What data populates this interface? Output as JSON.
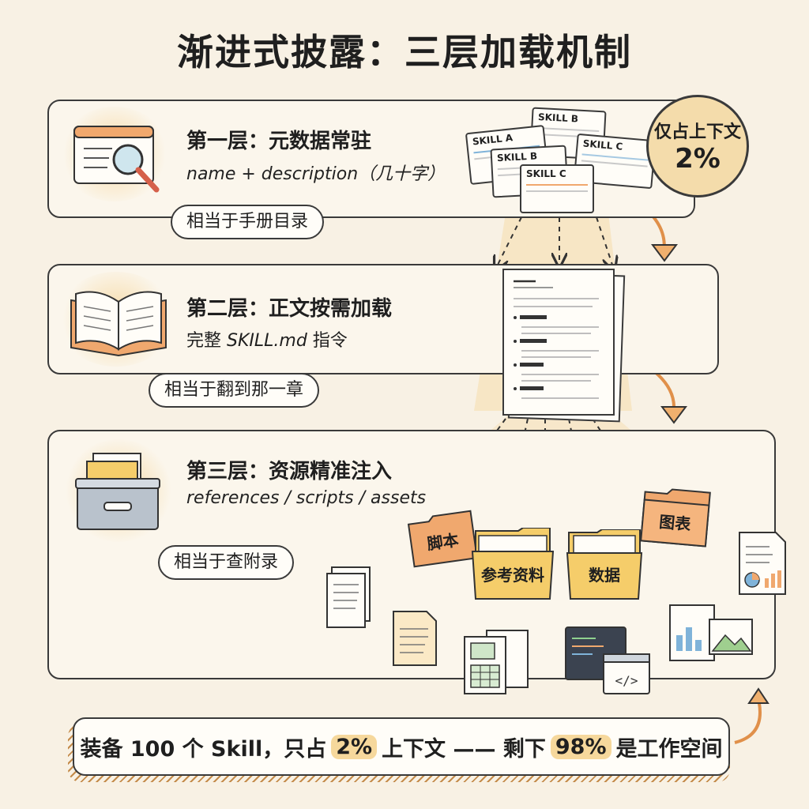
{
  "title": "渐进式披露：三层加载机制",
  "layers": [
    {
      "title": "第一层：元数据常驻",
      "subtitle": "name + description（几十字）",
      "analogy": "相当于手册目录"
    },
    {
      "title": "第二层：正文按需加载",
      "subtitle_prefix": "完整 ",
      "subtitle_italic": "SKILL.md",
      "subtitle_suffix": " 指令",
      "analogy": "相当于翻到那一章"
    },
    {
      "title": "第三层：资源精准注入",
      "subtitle": "references / scripts / assets",
      "analogy": "相当于查附录"
    }
  ],
  "skill_cards": [
    "SKILL B",
    "SKILL A",
    "SKILL B",
    "SKILL C",
    "SKILL C"
  ],
  "stamp": {
    "line1": "仅占上下文",
    "line2": "2%"
  },
  "folders": [
    "脚本",
    "参考资料",
    "数据",
    "图表"
  ],
  "footer": {
    "part1": "装备 100 个 Skill，只占",
    "hl1": "2%",
    "part2": "上下文 —— 剩下",
    "hl2": "98%",
    "part3": "是工作空间"
  },
  "colors": {
    "background": "#f8f1e4",
    "accent": "#f6d89c",
    "orange": "#f0a86e",
    "folder": "#f5cd6a"
  }
}
